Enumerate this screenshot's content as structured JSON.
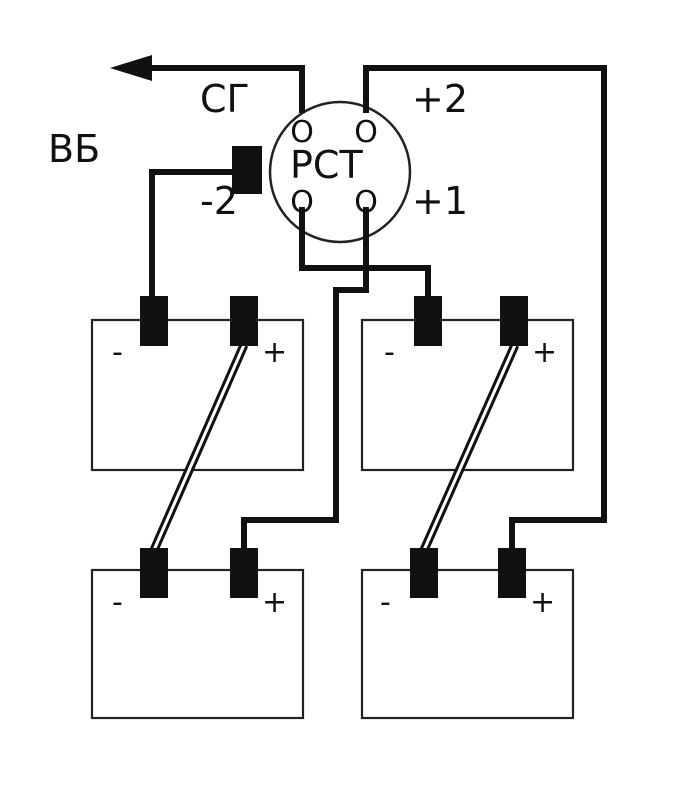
{
  "labels": {
    "output": "ВБ",
    "generator": "СГ",
    "relay": "РСТ",
    "plus2": "+2",
    "plus1": "+1",
    "minus2": "-2"
  },
  "pin_glyph": "O",
  "batteries": [
    {
      "minus": "-",
      "plus": "+"
    },
    {
      "minus": "-",
      "plus": "+"
    },
    {
      "minus": "-",
      "plus": "+"
    },
    {
      "minus": "-",
      "plus": "+"
    }
  ]
}
